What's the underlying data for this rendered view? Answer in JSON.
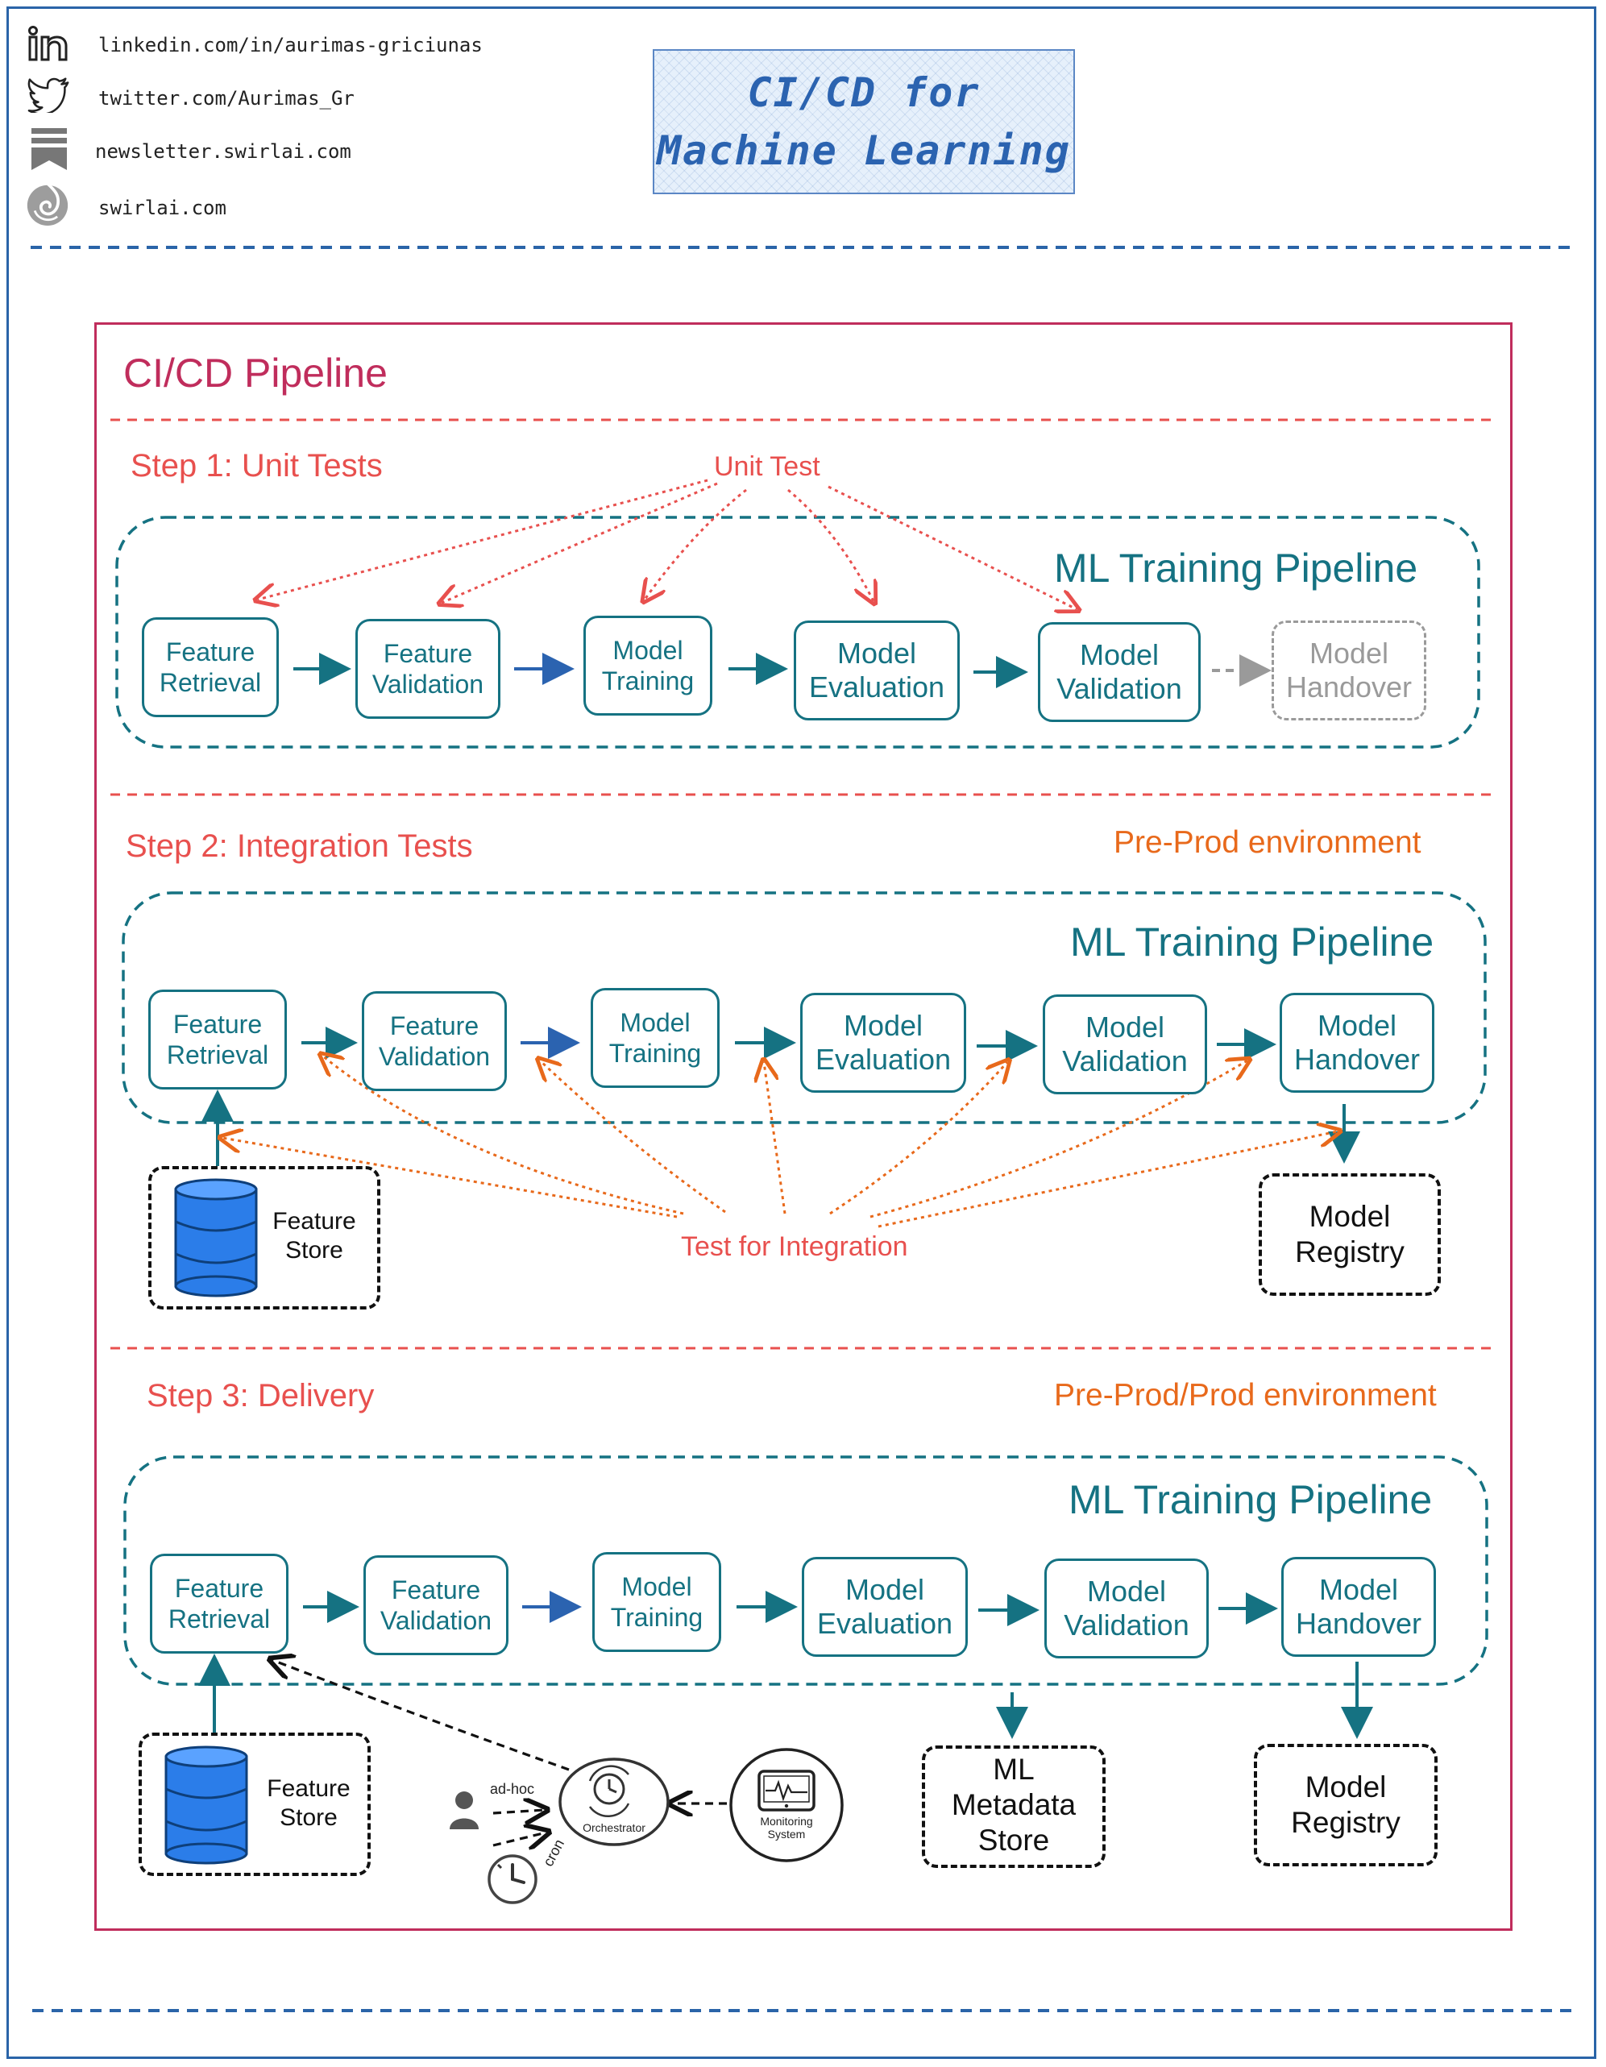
{
  "header": {
    "links": [
      {
        "icon": "linkedin-icon",
        "text": "linkedin.com/in/aurimas-griciunas"
      },
      {
        "icon": "twitter-icon",
        "text": "twitter.com/Aurimas_Gr"
      },
      {
        "icon": "newsletter-icon",
        "text": "newsletter.swirlai.com"
      },
      {
        "icon": "swirlai-logo-icon",
        "text": "swirlai.com"
      }
    ],
    "title_line1": "CI/CD for",
    "title_line2": "Machine Learning"
  },
  "pipeline": {
    "title": "CI/CD Pipeline",
    "step1": {
      "title": "Step 1: Unit Tests",
      "test_label": "Unit Test",
      "panel_title": "ML Training Pipeline",
      "nodes": [
        "Feature\nRetrieval",
        "Feature\nValidation",
        "Model\nTraining",
        "Model\nEvaluation",
        "Model\nValidation",
        "Model\nHandover"
      ]
    },
    "step2": {
      "title": "Step 2: Integration Tests",
      "env": "Pre-Prod environment",
      "panel_title": "ML Training Pipeline",
      "nodes": [
        "Feature\nRetrieval",
        "Feature\nValidation",
        "Model\nTraining",
        "Model\nEvaluation",
        "Model\nValidation",
        "Model\nHandover"
      ],
      "test_label": "Test for Integration",
      "feature_store": "Feature\nStore",
      "model_registry": "Model\nRegistry"
    },
    "step3": {
      "title": "Step 3: Delivery",
      "env": "Pre-Prod/Prod environment",
      "panel_title": "ML Training Pipeline",
      "nodes": [
        "Feature\nRetrieval",
        "Feature\nValidation",
        "Model\nTraining",
        "Model\nEvaluation",
        "Model\nValidation",
        "Model\nHandover"
      ],
      "feature_store": "Feature\nStore",
      "metadata_store": "ML\nMetadata\nStore",
      "model_registry": "Model\nRegistry",
      "adhoc_label": "ad-hoc",
      "cron_label": "cron",
      "orchestrator_label": "Orchestrator",
      "monitoring_label": "Monitoring\nSystem"
    }
  },
  "colors": {
    "frame_blue": "#2a64a8",
    "pipeline_red": "#c02d5c",
    "step_red": "#e8504e",
    "env_orange": "#e8691b",
    "teal": "#157282",
    "db_blue": "#2b7de9"
  }
}
